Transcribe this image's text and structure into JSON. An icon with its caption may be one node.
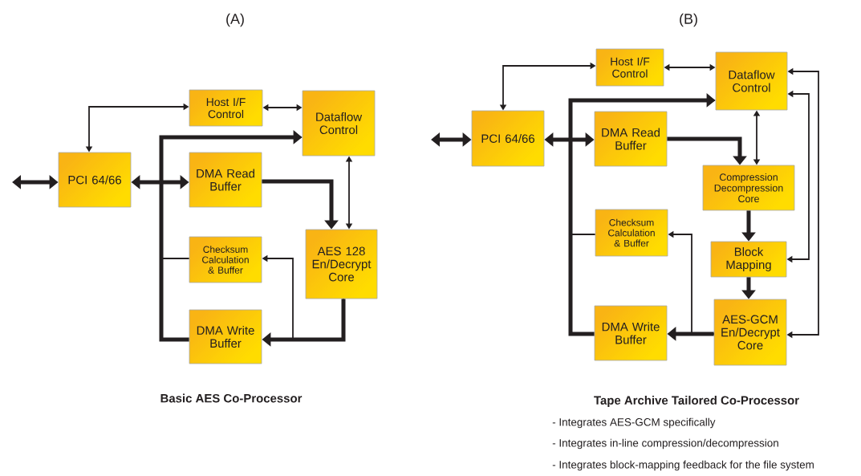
{
  "diagram": {
    "nodes": [
      {
        "text": [
          "Host I/F Control"
        ]
      },
      {
        "text": [
          "Dataflow Control"
        ]
      },
      {
        "text": [
          "PCI 64/66"
        ]
      },
      {
        "text": [
          "DMA Read Buffer"
        ]
      },
      {
        "text": [
          "Checksum Calculation & Buffer"
        ]
      },
      {
        "text": [
          "AES 128 En/Decrypt Core"
        ]
      },
      {
        "text": [
          "DMA Write Buffer"
        ]
      },
      {
        "text": [
          "Host I/F Control"
        ]
      },
      {
        "text": [
          "Dataflow Control"
        ]
      },
      {
        "text": [
          "PCI 64/66"
        ]
      },
      {
        "text": [
          "DMA Read Buffer"
        ]
      },
      {
        "text": [
          "Compression Decompression Core"
        ]
      },
      {
        "text": [
          "Checksum Calculation & Buffer"
        ]
      },
      {
        "text": [
          "Block Mapping"
        ]
      },
      {
        "text": [
          "DMA Write Buffer"
        ]
      },
      {
        "text": [
          "AES-GCM En/Decrypt Core"
        ]
      }
    ],
    "edges": [
      {
        "from": null,
        "to": 2,
        "arrow": "both",
        "style": "thick"
      },
      {
        "from": 2,
        "to": 0,
        "arrow": "both"
      },
      {
        "from": 0,
        "to": 1,
        "arrow": "both"
      },
      {
        "from": 2,
        "to": 3,
        "arrow": "both",
        "style": "thick"
      },
      {
        "from": 6,
        "to": 1,
        "arrow": "to",
        "style": "thick"
      },
      {
        "from": 4,
        "to": 1,
        "arrow": "to"
      },
      {
        "from": 3,
        "to": 5,
        "arrow": "to",
        "style": "thick"
      },
      {
        "from": 1,
        "to": 5,
        "arrow": "both"
      },
      {
        "from": 5,
        "to": 6,
        "arrow": "to",
        "style": "thick"
      },
      {
        "from": 5,
        "to": 4,
        "arrow": "to"
      },
      {
        "from": null,
        "to": 9,
        "arrow": "both",
        "style": "thick"
      },
      {
        "from": 9,
        "to": 7,
        "arrow": "both"
      },
      {
        "from": 7,
        "to": 8,
        "arrow": "both"
      },
      {
        "from": 9,
        "to": 10,
        "arrow": "both",
        "style": "thick"
      },
      {
        "from": 14,
        "to": 8,
        "arrow": "to",
        "style": "thick"
      },
      {
        "from": 12,
        "to": 8,
        "arrow": "to"
      },
      {
        "from": 10,
        "to": 11,
        "arrow": "to",
        "style": "thick"
      },
      {
        "from": 8,
        "to": 11,
        "arrow": "both"
      },
      {
        "from": 11,
        "to": 13,
        "arrow": "to",
        "style": "thick"
      },
      {
        "from": 13,
        "to": 15,
        "arrow": "to",
        "style": "thick"
      },
      {
        "from": 15,
        "to": 14,
        "arrow": "to",
        "style": "thick"
      },
      {
        "from": 15,
        "to": 12,
        "arrow": "to"
      },
      {
        "from": 8,
        "to": 13,
        "arrow": "both"
      },
      {
        "from": 8,
        "to": 15,
        "arrow": "both"
      }
    ],
    "labels": [
      "(A)",
      "(B)",
      "Basic AES Co-Processor",
      "Tape Archive Tailored Co-Processor",
      "- Integrates AES-GCM specifically",
      "- Integrates in-line compression/decompression",
      "- Integrates block-mapping feedback for the file system"
    ]
  }
}
